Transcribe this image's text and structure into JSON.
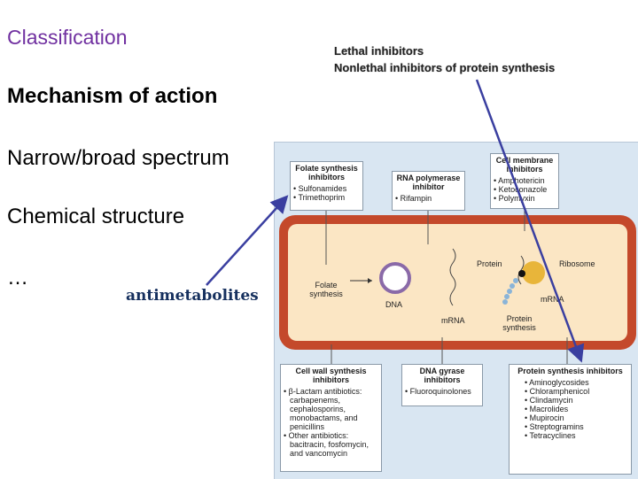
{
  "left_list": {
    "classification": "Classification",
    "mechanism": "Mechanism of action",
    "spectrum": "Narrow/broad spectrum",
    "chemical": "Chemical structure",
    "ellipsis": "…"
  },
  "lethal": {
    "line1": "Lethal inhibitors",
    "line2": "Nonlethal inhibitors of protein synthesis"
  },
  "antimetabolites": "antimetabolites",
  "figure": {
    "boxes": {
      "folate": {
        "title": "Folate synthesis inhibitors",
        "items": [
          "Sulfonamides",
          "Trimethoprim"
        ]
      },
      "rna_pol": {
        "title": "RNA polymerase inhibitor",
        "items": [
          "Rifampin"
        ]
      },
      "cell_membrane": {
        "title": "Cell membrane inhibitors",
        "items": [
          "Amphotericin",
          "Ketoconazole",
          "Polymyxin"
        ]
      },
      "cell_wall": {
        "title": "Cell wall synthesis inhibitors",
        "items": [
          "β-Lactam antibiotics: carbapenems, cephalosporins, monobactams, and penicillins",
          "Other antibiotics: bacitracin, fosfomycin, and vancomycin"
        ]
      },
      "dna_gyrase": {
        "title": "DNA gyrase inhibitors",
        "items": [
          "Fluoroquinolones"
        ]
      },
      "protein_syn": {
        "title": "Protein synthesis inhibitors",
        "items": [
          "Aminoglycosides",
          "Chloramphenicol",
          "Clindamycin",
          "Macrolides",
          "Mupirocin",
          "Streptogramins",
          "Tetracyclines"
        ]
      }
    },
    "labels": {
      "folate_synthesis": "Folate synthesis",
      "dna": "DNA",
      "mrna1": "mRNA",
      "protein": "Protein",
      "ribosome": "Ribosome",
      "mrna2": "mRNA",
      "protein_synthesis": "Protein synthesis"
    }
  },
  "colors": {
    "classification": "#7030a0",
    "arrows": "#3a3fa0",
    "cell_wall": "#c4492b",
    "cytoplasm": "#fbe6c4",
    "figure_bg": "#d9e6f2"
  }
}
